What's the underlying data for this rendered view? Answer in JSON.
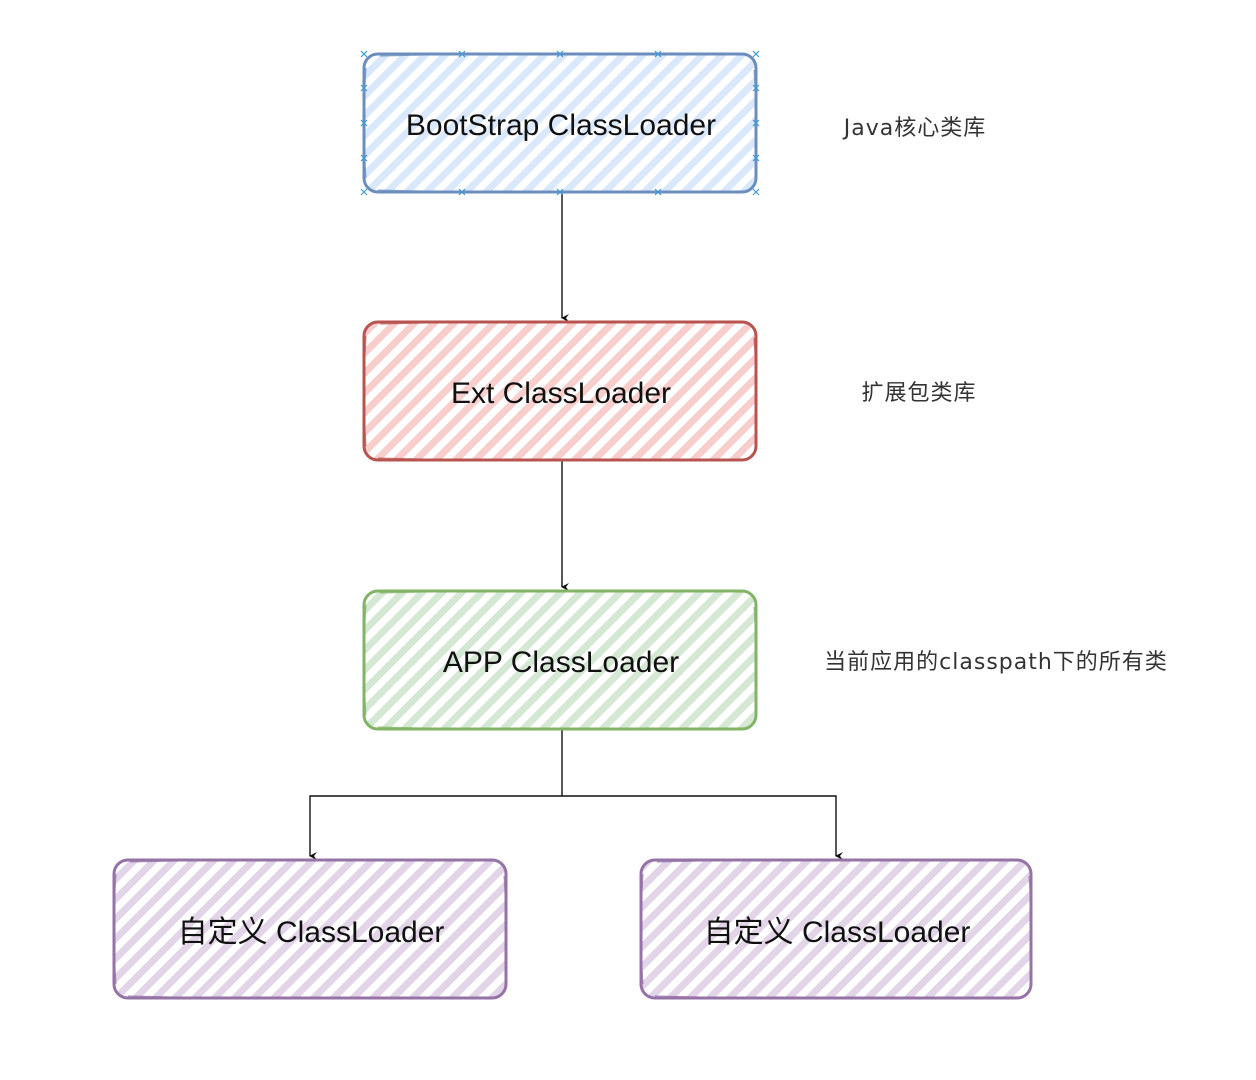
{
  "nodes": {
    "bootstrap": {
      "label": "BootStrap ClassLoader",
      "stroke": "#6c8ebf",
      "fill": "#dae8fc"
    },
    "ext": {
      "label": "Ext ClassLoader",
      "stroke": "#b85450",
      "fill": "#f8cecc"
    },
    "app": {
      "label": "APP ClassLoader",
      "stroke": "#82b366",
      "fill": "#d5e8d4"
    },
    "custom_left": {
      "label": "自定义 ClassLoader",
      "stroke": "#9673a6",
      "fill": "#e1d5e7"
    },
    "custom_right": {
      "label": "自定义 ClassLoader",
      "stroke": "#9673a6",
      "fill": "#e1d5e7"
    }
  },
  "notes": {
    "bootstrap": "Java核心类库",
    "ext": "扩展包类库",
    "app": "当前应用的classpath下的所有类"
  },
  "edges": [
    {
      "from": "bootstrap",
      "to": "ext"
    },
    {
      "from": "ext",
      "to": "app"
    },
    {
      "from": "app",
      "to": "custom_left"
    },
    {
      "from": "app",
      "to": "custom_right"
    }
  ]
}
